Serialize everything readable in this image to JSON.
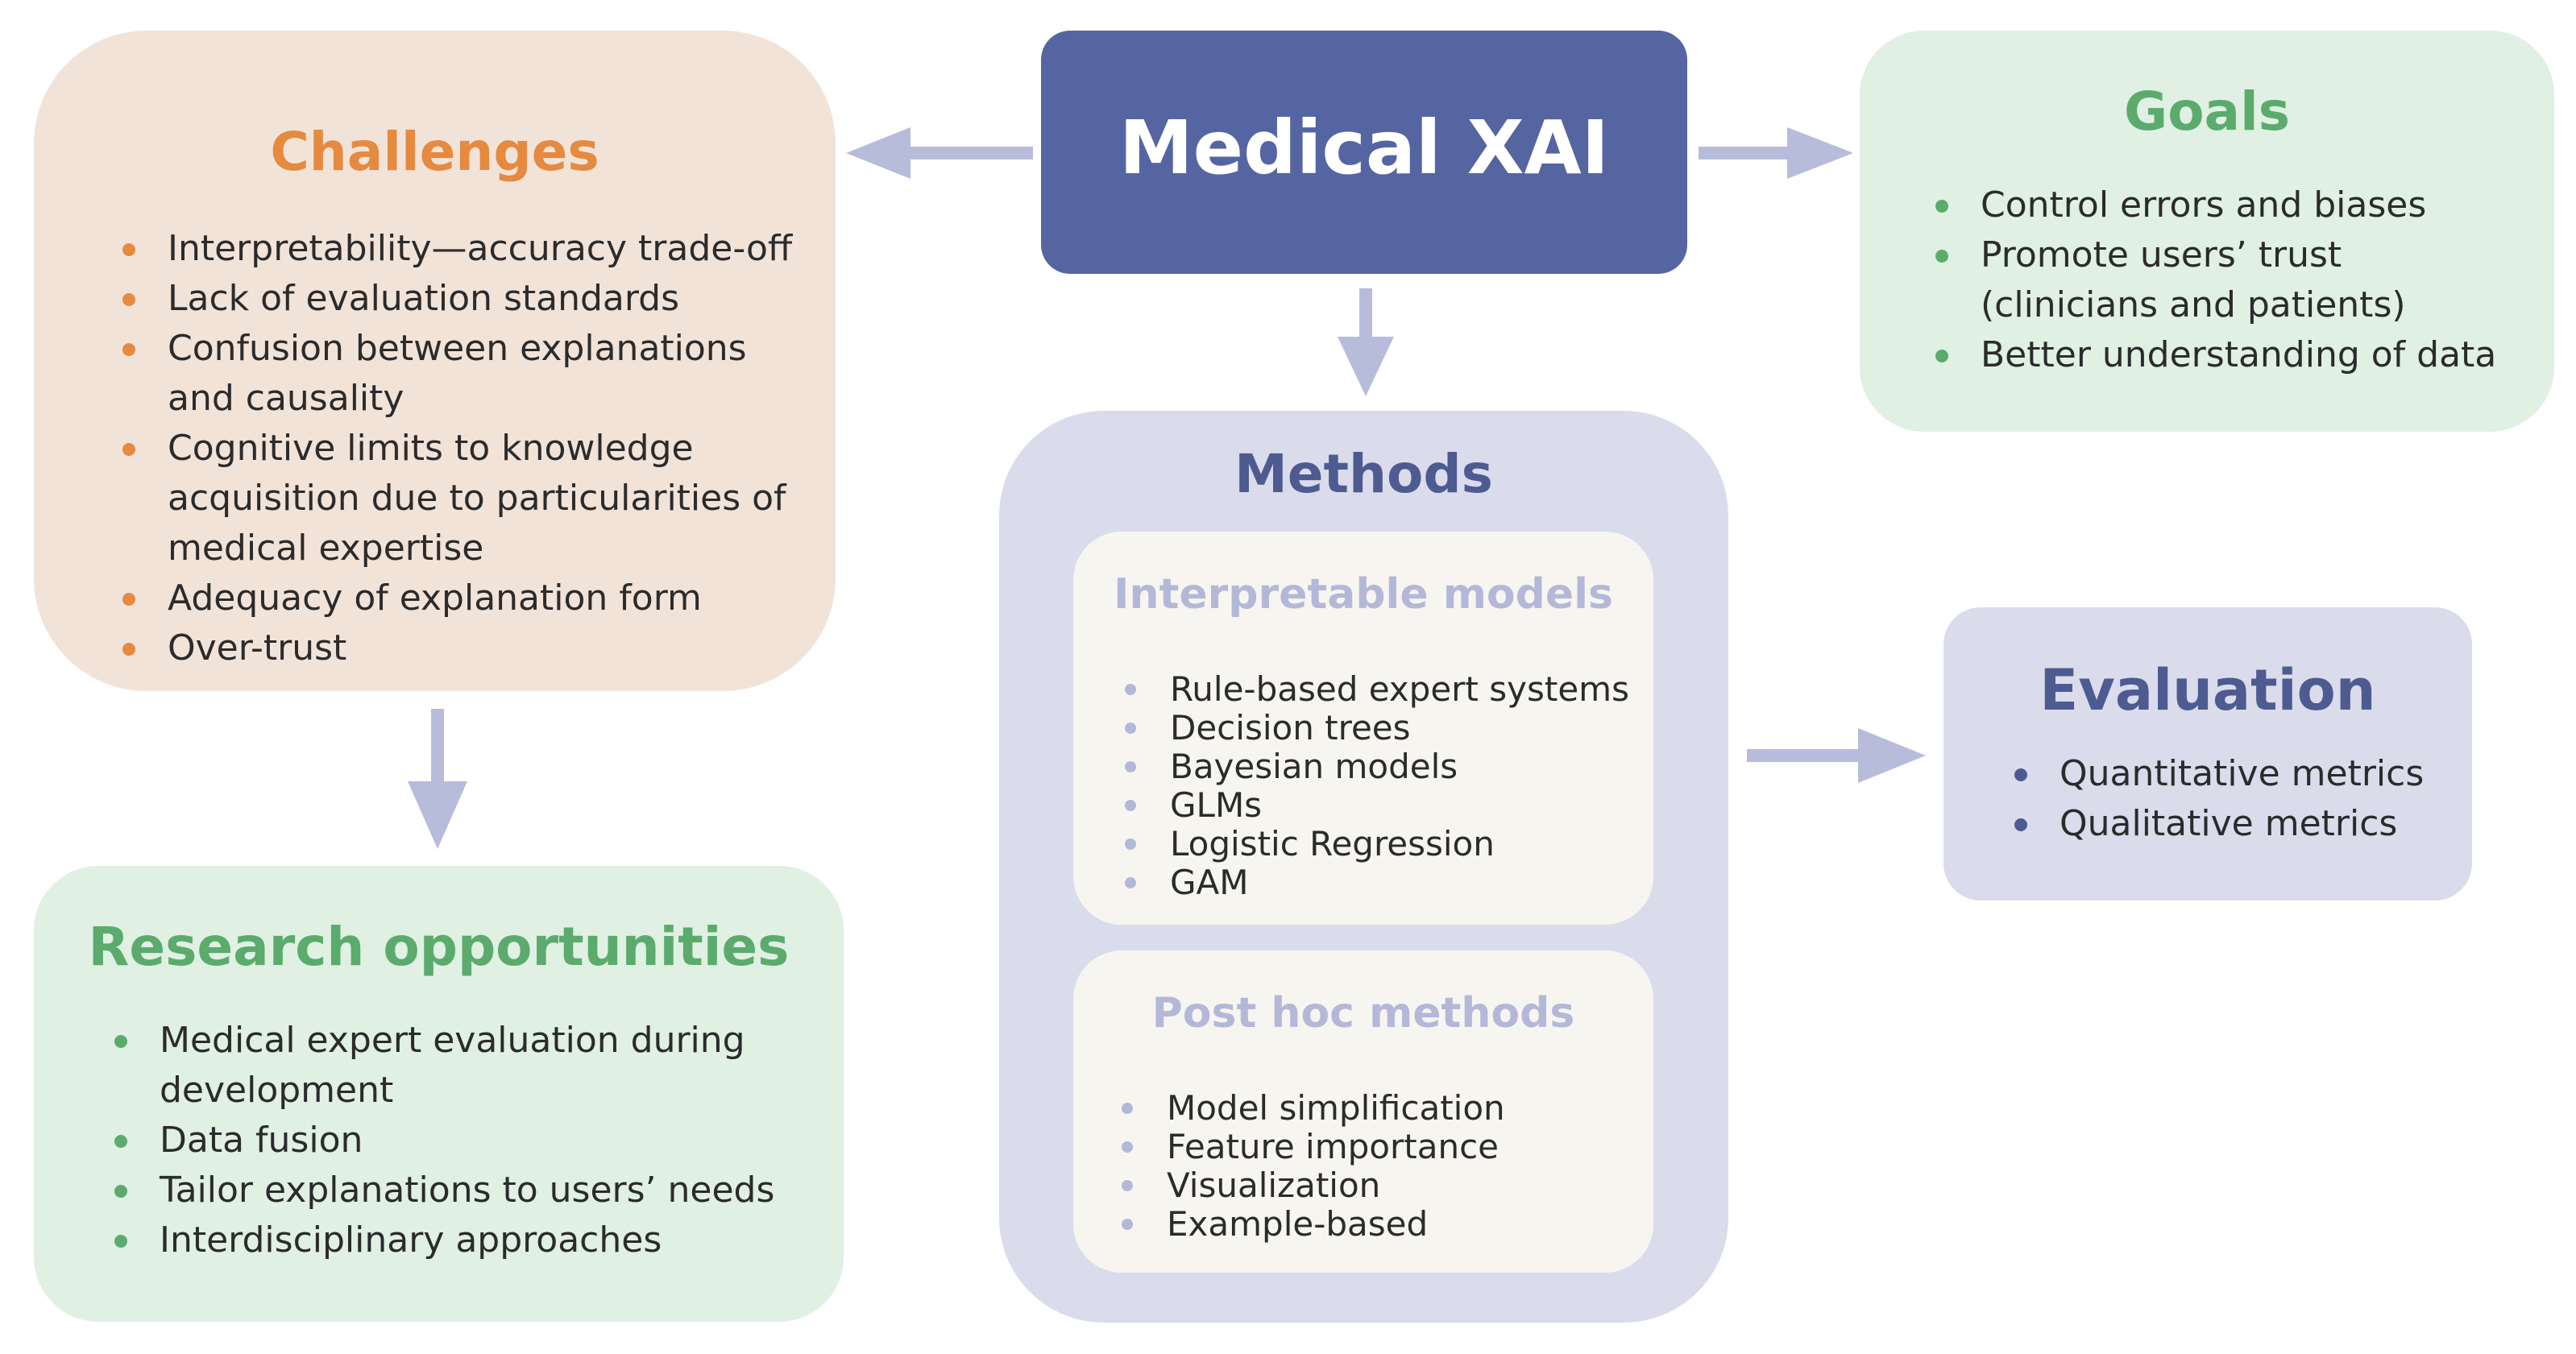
{
  "center": {
    "title": "Medical XAI"
  },
  "challenges": {
    "title": "Challenges",
    "items": [
      [
        "Interpretability—accuracy trade-off"
      ],
      [
        "Lack of evaluation standards"
      ],
      [
        "Confusion between explanations",
        "and causality"
      ],
      [
        "Cognitive limits to knowledge",
        "acquisition due to particularities of",
        "medical expertise"
      ],
      [
        "Adequacy of explanation form"
      ],
      [
        "Over-trust"
      ]
    ]
  },
  "goals": {
    "title": "Goals",
    "items": [
      [
        "Control errors and biases"
      ],
      [
        "Promote users’ trust",
        "(clinicians and patients)"
      ],
      [
        "Better understanding of data"
      ]
    ]
  },
  "research": {
    "title": "Research opportunities",
    "items": [
      [
        "Medical expert evaluation during",
        "development"
      ],
      [
        "Data fusion"
      ],
      [
        "Tailor explanations to users’ needs"
      ],
      [
        "Interdisciplinary approaches"
      ]
    ]
  },
  "methods": {
    "title": "Methods",
    "interpretable": {
      "title": "Interpretable models",
      "items": [
        "Rule-based expert systems",
        "Decision trees",
        "Bayesian models",
        "GLMs",
        "Logistic Regression",
        "GAM"
      ]
    },
    "posthoc": {
      "title": "Post hoc methods",
      "items": [
        "Model simplification",
        "Feature importance",
        "Visualization",
        "Example-based"
      ]
    }
  },
  "evaluation": {
    "title": "Evaluation",
    "items": [
      [
        "Quantitative metrics"
      ],
      [
        "Qualitative metrics"
      ]
    ]
  },
  "colors": {
    "arrow": "#b8bcdb",
    "orange": "#e58a3f",
    "green": "#5bab6d",
    "navy": "#4e5b91",
    "xai_fill": "#5565a2"
  }
}
